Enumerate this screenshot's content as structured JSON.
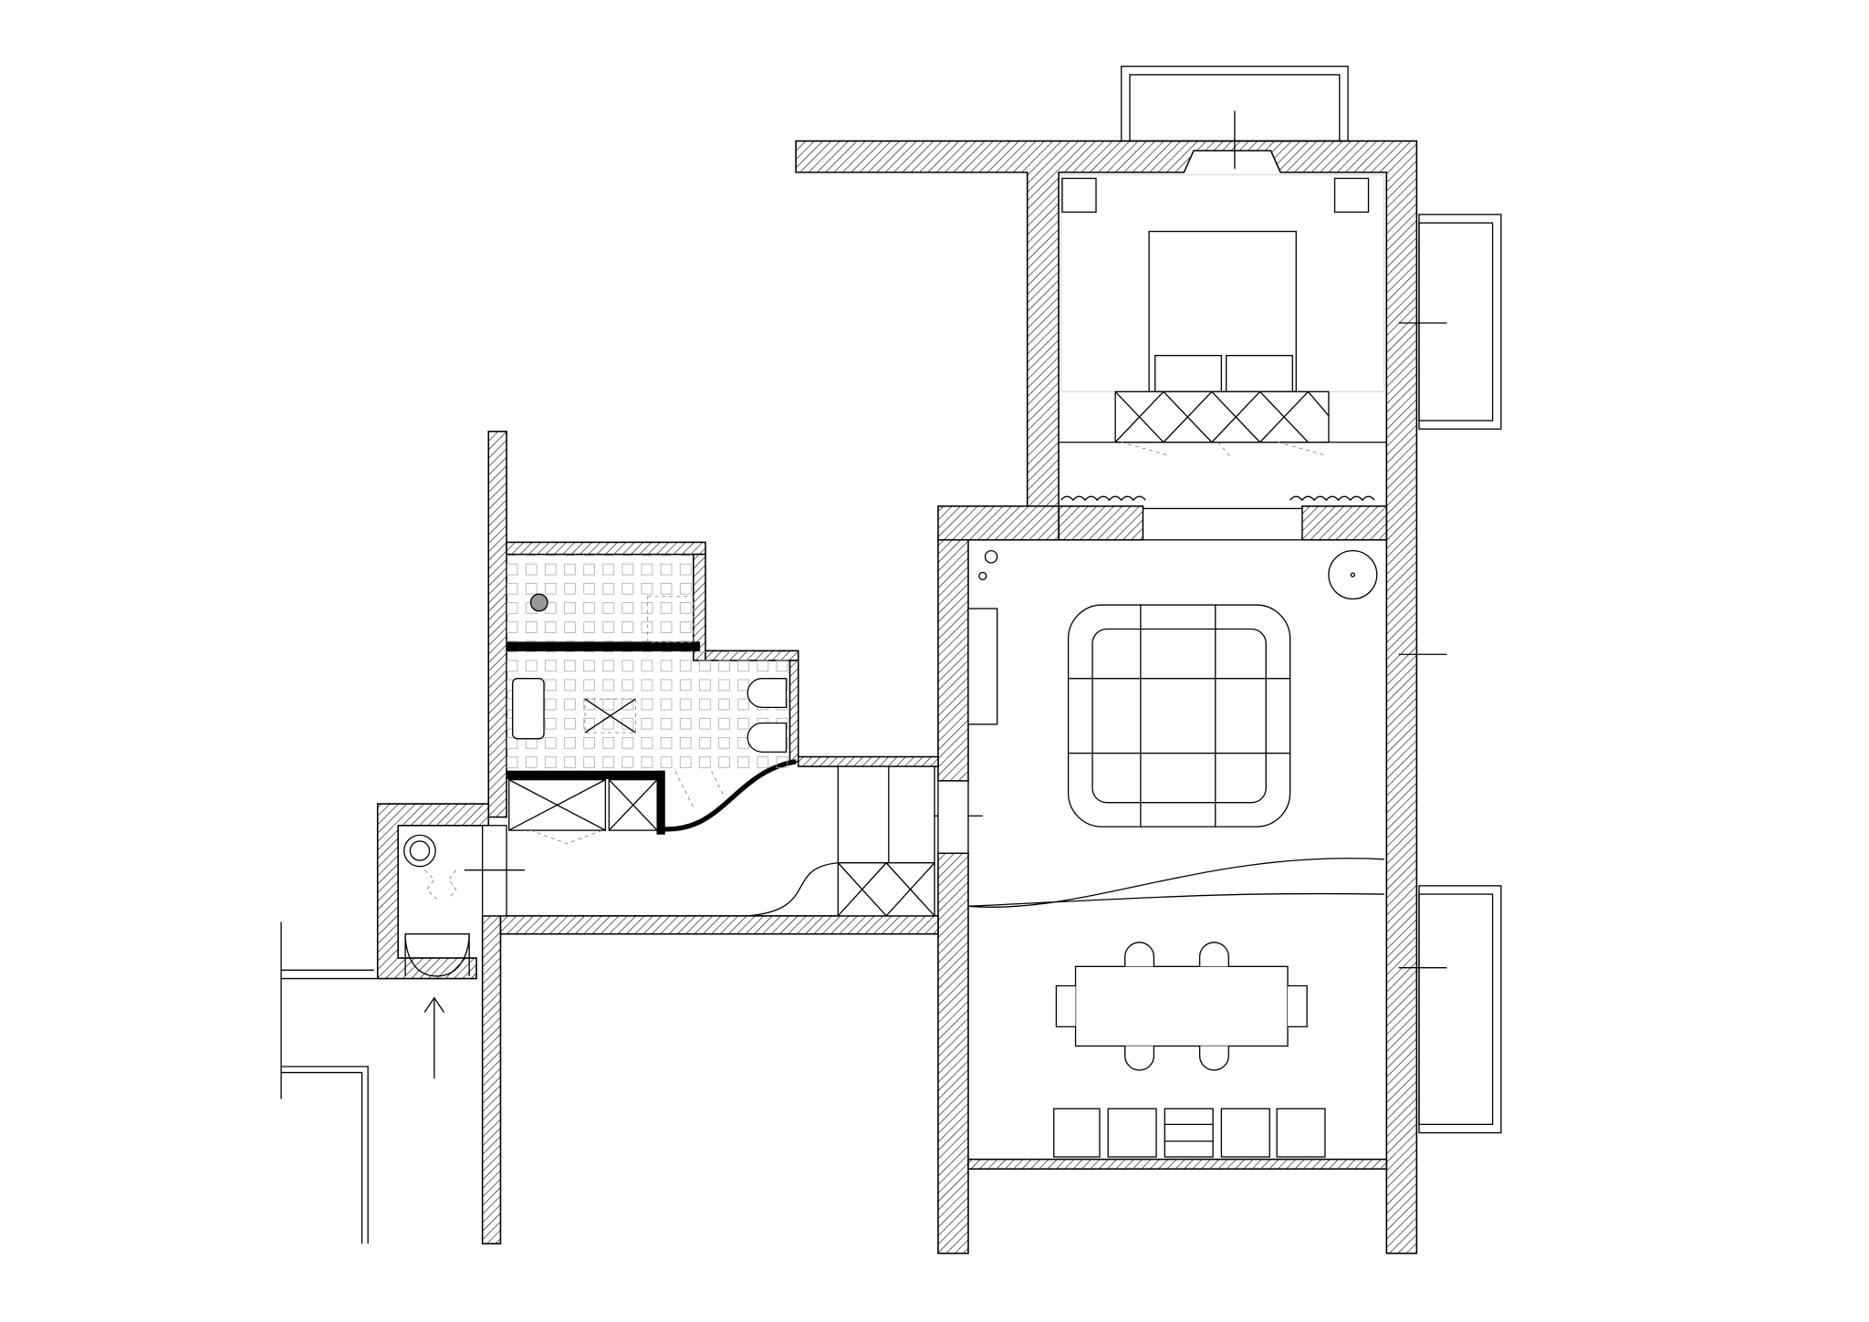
{
  "drawing": {
    "kind": "floor-plan",
    "colors": {
      "line": "#000000",
      "background": "#ffffff",
      "tile": "#bbbbbb"
    },
    "rooms": [
      "bedroom",
      "living-room",
      "dining-area",
      "bathroom",
      "corridor",
      "entry"
    ]
  }
}
